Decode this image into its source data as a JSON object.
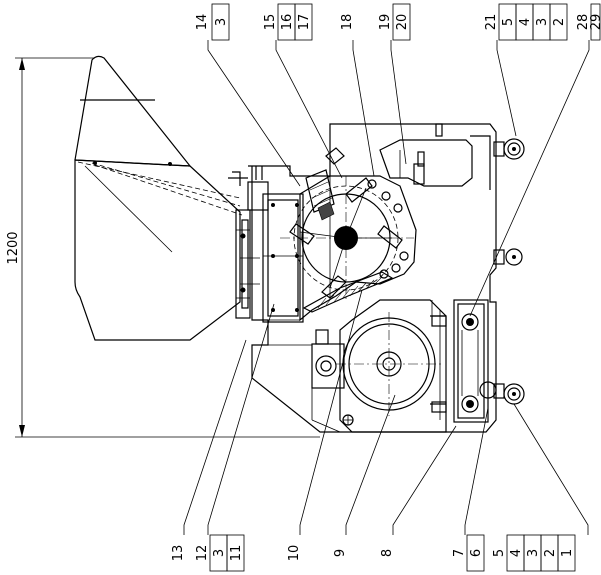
{
  "dimension": {
    "value": "1200"
  },
  "top_callouts": [
    {
      "id": "top-14",
      "parts": [
        "14",
        "3"
      ]
    },
    {
      "id": "top-15",
      "parts": [
        "15",
        "16",
        "17"
      ]
    },
    {
      "id": "top-18",
      "parts": [
        "18"
      ]
    },
    {
      "id": "top-19",
      "parts": [
        "19",
        "20"
      ]
    },
    {
      "id": "top-21",
      "parts": [
        "21",
        "5",
        "4",
        "3",
        "2"
      ]
    },
    {
      "id": "top-28",
      "parts": [
        "28",
        "29"
      ]
    }
  ],
  "bottom_callouts": [
    {
      "id": "bot-13",
      "parts": [
        "13"
      ]
    },
    {
      "id": "bot-12",
      "parts": [
        "12",
        "3",
        "11"
      ]
    },
    {
      "id": "bot-10",
      "parts": [
        "10"
      ]
    },
    {
      "id": "bot-9",
      "parts": [
        "9"
      ]
    },
    {
      "id": "bot-8",
      "parts": [
        "8"
      ]
    },
    {
      "id": "bot-7",
      "parts": [
        "7",
        "6"
      ]
    },
    {
      "id": "bot-5",
      "parts": [
        "5",
        "4",
        "3",
        "2",
        "1"
      ]
    }
  ]
}
